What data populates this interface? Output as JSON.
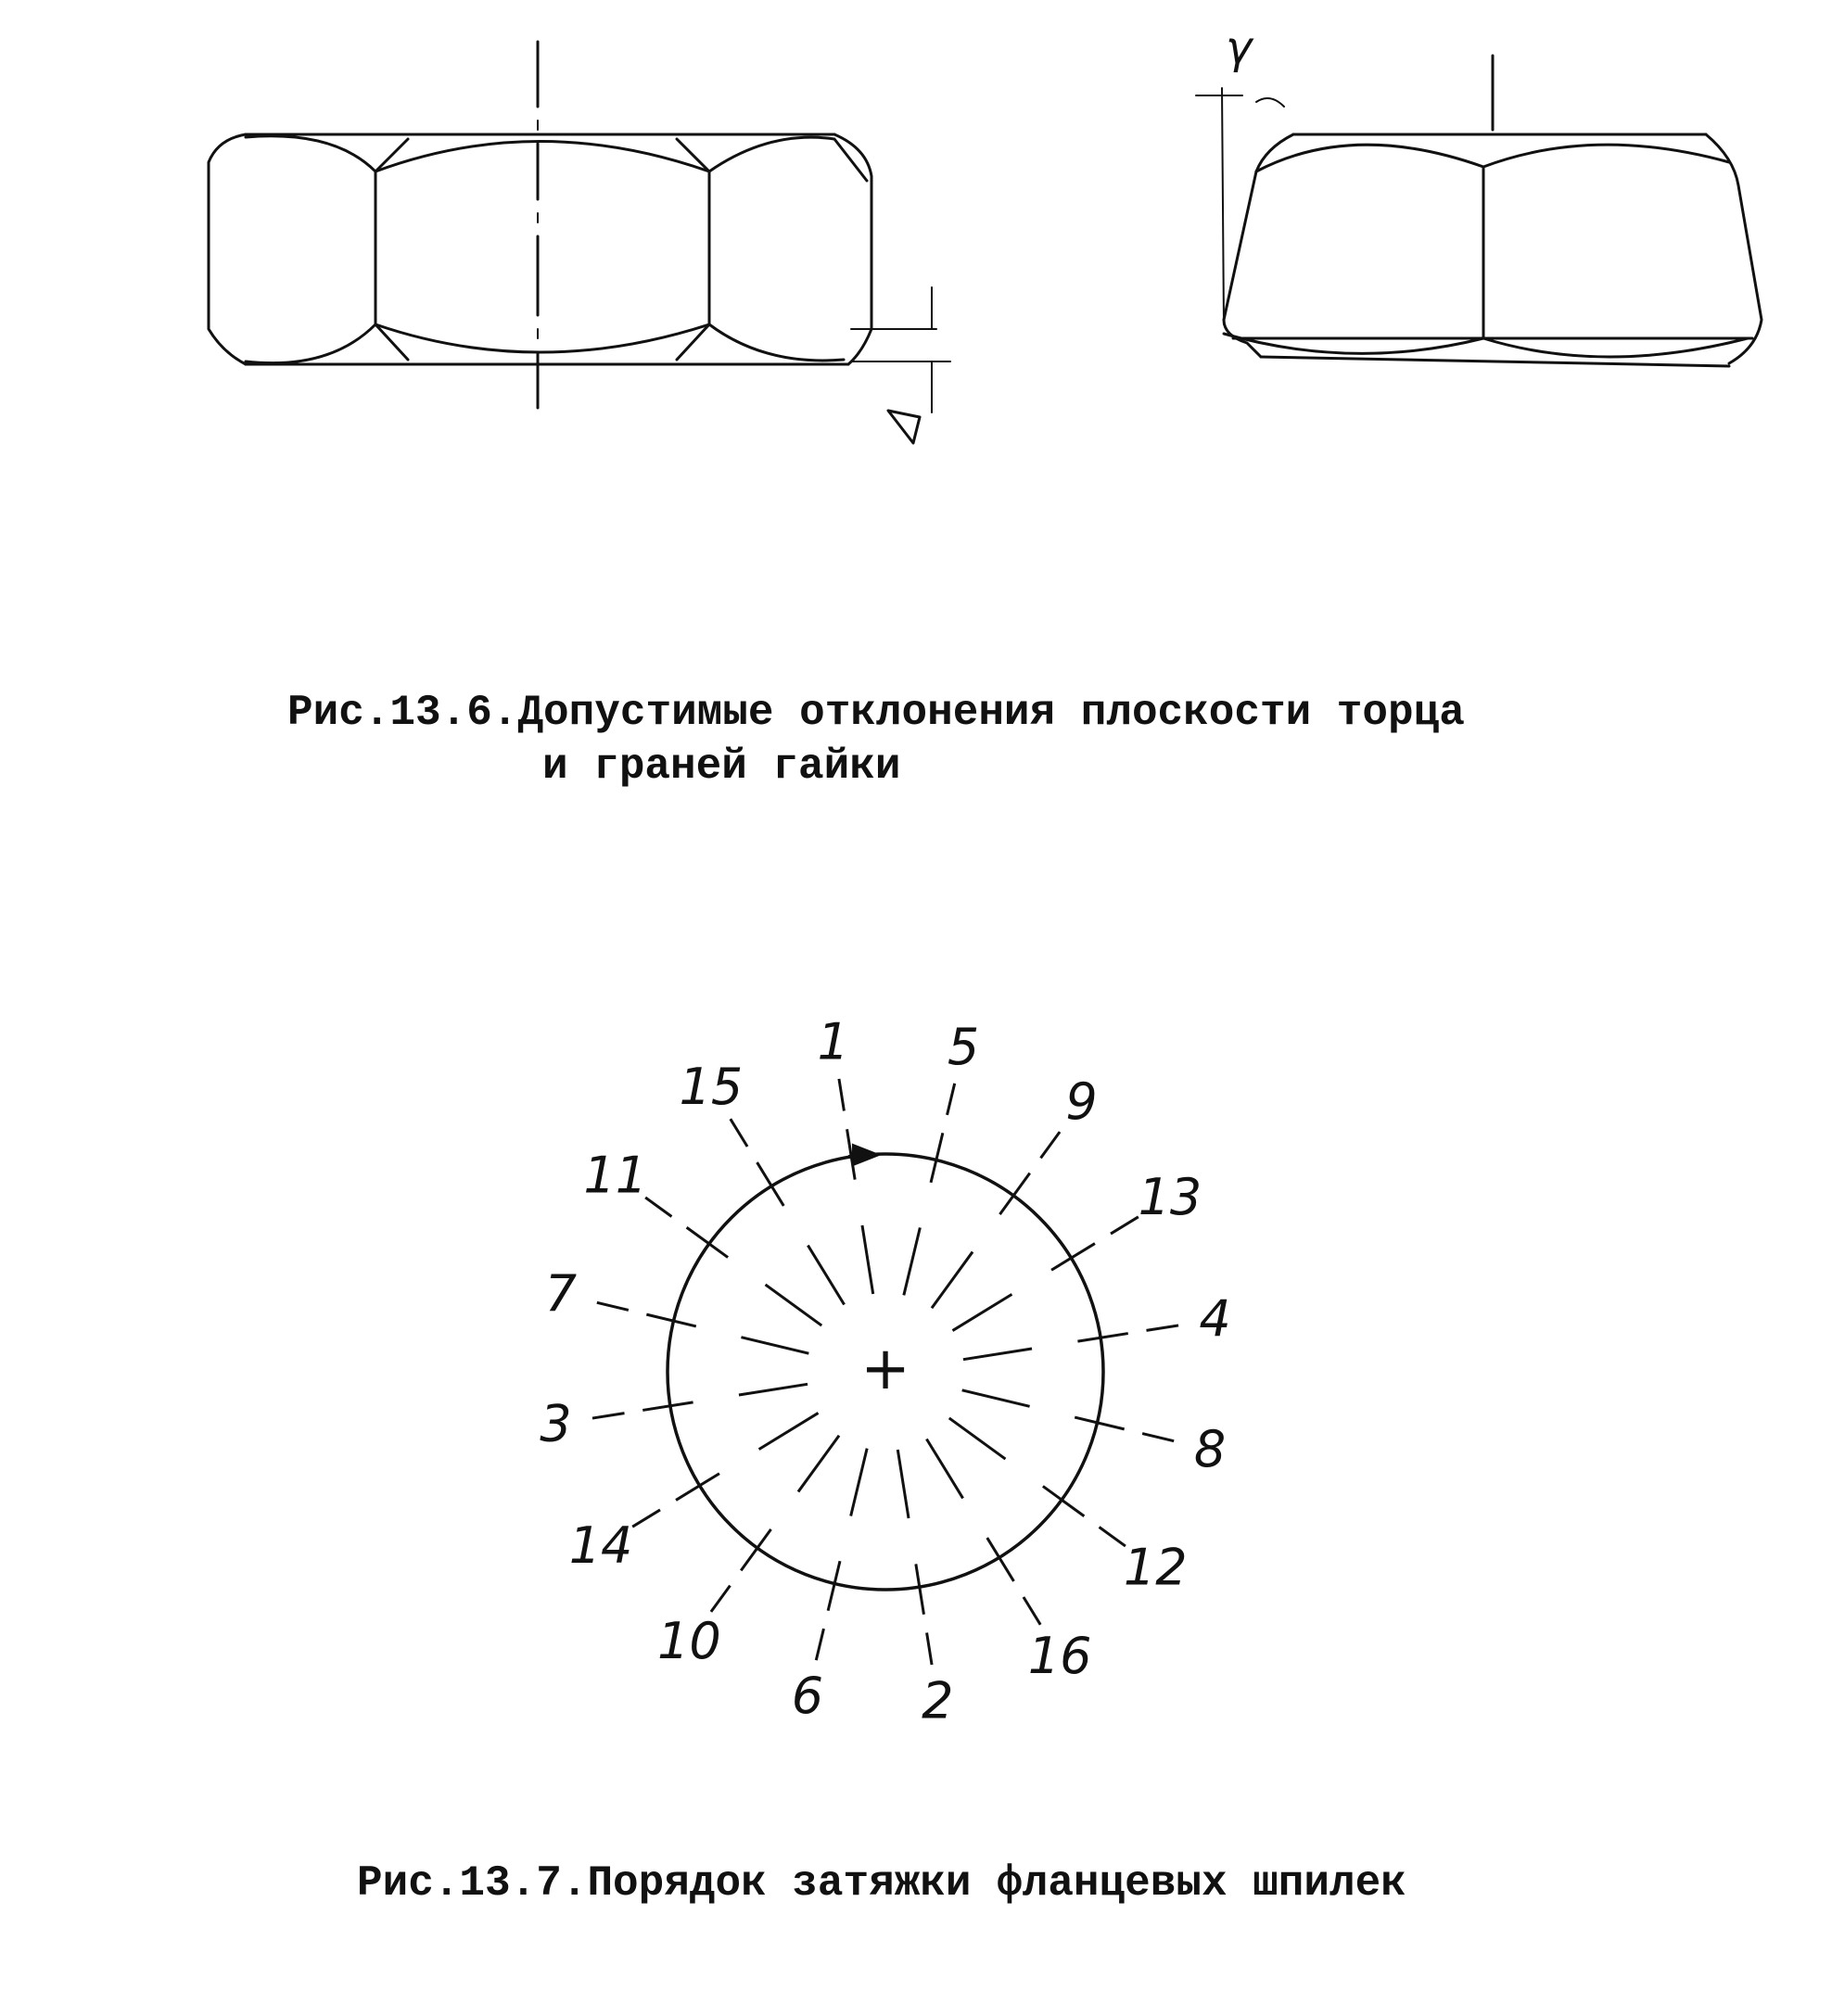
{
  "figure_13_6": {
    "caption_line1": "Рис.13.6.Допустимые отклонения плоскости торца",
    "caption_line2": "и граней гайки",
    "label_gamma": "γ"
  },
  "figure_13_7": {
    "caption": "Рис.13.7.Порядок затяжки фланцевых шпилек",
    "center_mark": "+",
    "studs": [
      {
        "number": "1"
      },
      {
        "number": "5"
      },
      {
        "number": "9"
      },
      {
        "number": "13"
      },
      {
        "number": "4"
      },
      {
        "number": "8"
      },
      {
        "number": "12"
      },
      {
        "number": "16"
      },
      {
        "number": "2"
      },
      {
        "number": "6"
      },
      {
        "number": "10"
      },
      {
        "number": "14"
      },
      {
        "number": "3"
      },
      {
        "number": "7"
      },
      {
        "number": "11"
      },
      {
        "number": "15"
      }
    ]
  }
}
